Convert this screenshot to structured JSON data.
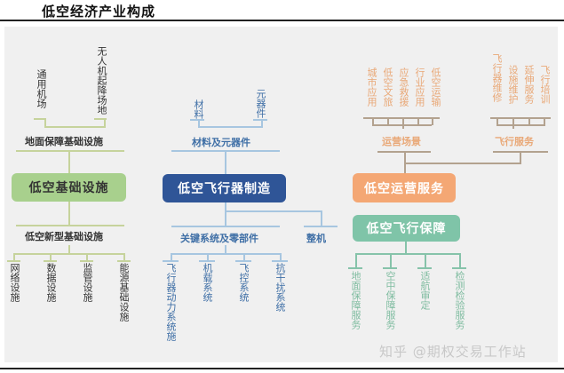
{
  "title": "低空经济产业构成",
  "colors": {
    "infrastructure": "#a8d08d",
    "manufacturing": "#2f5597",
    "operations": "#f4a774",
    "support": "#7fc4a8"
  },
  "infrastructure": {
    "main": "低空基础设施",
    "ground": {
      "label": "地面保障基础设施",
      "items": [
        "通用机场",
        "无人机起降场地"
      ]
    },
    "new_type": {
      "label": "低空新型基础设施",
      "items": [
        "网络设施",
        "数据设施",
        "监管设施",
        "能源基础设施"
      ]
    }
  },
  "manufacturing": {
    "main": "低空飞行器制造",
    "materials": {
      "label": "材料及元器件",
      "items": [
        "材料",
        "元器件"
      ]
    },
    "key_systems": {
      "label": "关键系统及零部件",
      "items": [
        "飞行器动力系统施",
        "机载系统",
        "飞控系统",
        "抗干扰系统"
      ]
    },
    "whole": "整机"
  },
  "operations": {
    "main": "低空运营服务",
    "scenarios": {
      "label": "运营场景",
      "items": [
        "城市应用",
        "低空文旅",
        "应急救援",
        "行业应用",
        "低空运输"
      ]
    },
    "flight_services": {
      "label": "飞行服务",
      "items": [
        "飞行器维修",
        "设施维护",
        "延伸服务",
        "飞行培训"
      ]
    }
  },
  "support": {
    "main": "低空飞行保障",
    "items": [
      "地面保障服务",
      "空中保障服务",
      "适航审定",
      "检测检验服务"
    ]
  },
  "watermark": "知乎 @期权交易工作站"
}
